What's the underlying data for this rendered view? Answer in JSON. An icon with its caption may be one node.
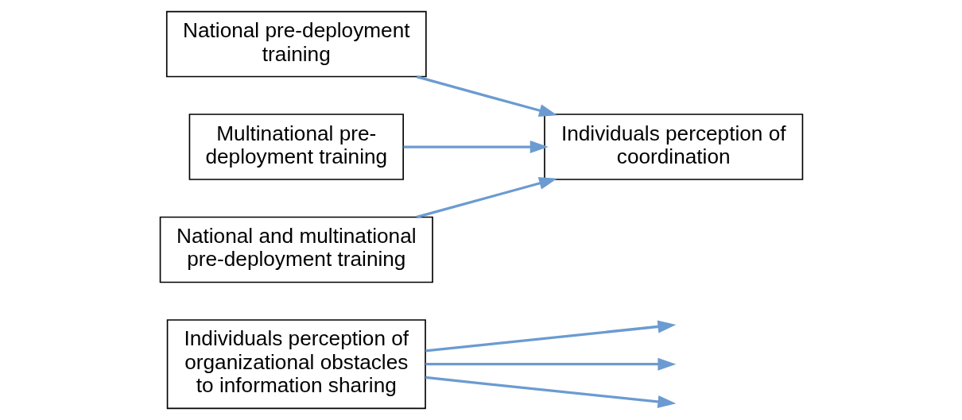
{
  "diagram": {
    "nodes": [
      {
        "text": [
          "Individuals perception of organizational obstacles to information sharing"
        ]
      },
      {
        "text": [
          "National pre-deployment training"
        ]
      },
      {
        "text": [
          "Multinational pre-deployment training"
        ]
      },
      {
        "text": [
          "National and multinational pre-deployment training"
        ]
      },
      {
        "text": [
          "Individuals perception of coordination"
        ]
      }
    ],
    "edges": [
      {
        "from": 1,
        "to": 4,
        "arrow": "to"
      },
      {
        "from": 2,
        "to": 4,
        "arrow": "to"
      },
      {
        "from": 3,
        "to": 4,
        "arrow": "to"
      },
      {
        "from": 0,
        "to": null,
        "arrow": "to"
      },
      {
        "from": 0,
        "to": null,
        "arrow": "to"
      },
      {
        "from": 0,
        "to": null,
        "arrow": "to"
      }
    ]
  }
}
